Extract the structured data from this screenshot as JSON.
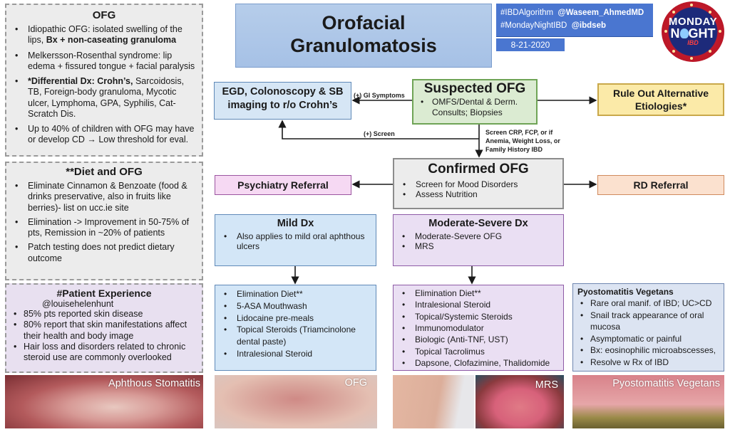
{
  "title": {
    "line1": "Orofacial",
    "line2": "Granulomatosis"
  },
  "credits": {
    "hashtag1": "#IBDAlgorithm",
    "handle1": "@Waseem_AhmedMD",
    "hashtag2": "#MondayNightIBD",
    "handle2": "@ibdseb",
    "date": "8-21-2020"
  },
  "logo": {
    "line1": "MONDAY",
    "line2_a": "N",
    "line2_b": "GHT",
    "line3": "IBD"
  },
  "ofg_panel": {
    "title": "OFG",
    "items": [
      {
        "text": "Idiopathic OFG: isolated swelling of the lips, ",
        "bold": "Bx + non-caseating granuloma",
        "after": ""
      },
      {
        "text": "Melkersson-Rosenthal syndrome: lip edema + fissured tongue + facial paralysis",
        "bold": "",
        "after": ""
      },
      {
        "text": "",
        "bold": "*Differential Dx: Crohn’s,",
        "after": " Sarcoidosis, TB, Foreign-body granuloma, Mycotic ulcer, Lymphoma, GPA, Syphilis, Cat-Scratch Dis."
      },
      {
        "text": "Up to 40% of children with OFG may have or develop CD → Low threshold for eval.",
        "bold": "",
        "after": ""
      }
    ]
  },
  "diet_panel": {
    "title": "**Diet and OFG",
    "items": [
      "Eliminate Cinnamon & Benzoate (food & drinks preservative, also in fruits like berries)- list on ucc.ie site",
      "Elimination -> Improvement in 50-75% of pts, Remission in ~20% of patients",
      "Patch testing does not predict dietary outcome"
    ]
  },
  "patient_panel": {
    "title": "#Patient Experience",
    "handle": "@louisehelenhunt",
    "items": [
      "85% pts reported skin disease",
      "80% report that skin manifestations affect their health and body image",
      "Hair loss and disorders related to chronic steroid use are commonly overlooked"
    ]
  },
  "flow": {
    "egd": {
      "line1": "EGD, Colonoscopy & SB",
      "line2": "imaging to r/o Crohn’s"
    },
    "suspected": {
      "title": "Suspected OFG",
      "items": [
        "OMFS/Dental & Derm. Consults; Biopsies"
      ]
    },
    "rule_out": {
      "line1": "Rule Out Alternative",
      "line2": "Etiologies*"
    },
    "confirmed": {
      "title": "Confirmed OFG",
      "items": [
        "Screen for Mood Disorders",
        "Assess Nutrition"
      ]
    },
    "psych": "Psychiatry Referral",
    "rd": "RD Referral",
    "mild": {
      "title": "Mild Dx",
      "items": [
        "Also applies to mild oral aphthous ulcers"
      ]
    },
    "moderate": {
      "title": "Moderate-Severe Dx",
      "items": [
        "Moderate-Severe OFG",
        "MRS"
      ]
    },
    "mild_rx": [
      "Elimination Diet**",
      "5-ASA Mouthwash",
      "Lidocaine pre-meals",
      "Topical Steroids (Triamcinolone dental paste)",
      "Intralesional Steroid"
    ],
    "mod_rx": [
      "Elimination Diet**",
      "Intralesional Steroid",
      "Topical/Systemic Steroids",
      "Immunomodulator",
      "Biologic (Anti-TNF, UST)",
      "Topical Tacrolimus",
      "Dapsone, Clofazimine, Thalidomide"
    ],
    "labels": {
      "gi_symptoms": "(+) GI Symptoms",
      "screen_pos": "(+) Screen",
      "screen_line1": "Screen CRP, FCP, or if",
      "screen_line2": "Anemia, Weight Loss, or",
      "screen_line3": "Family History IBD"
    }
  },
  "pyostomatitis": {
    "title": "Pyostomatitis Vegetans",
    "items": [
      "Rare oral manif. of IBD; UC>CD",
      "Snail track appearance of oral mucosa",
      "Asymptomatic or painful",
      "Bx: eosinophilic microabscesses,",
      "Resolve w Rx of IBD"
    ]
  },
  "photos": {
    "aphthous": "Aphthous Stomatitis",
    "ofg": "OFG",
    "mrs": "MRS",
    "pv": "Pyostomatitis Vegetans"
  },
  "colors": {
    "title_bg": "#a6c1e6",
    "tag_bg": "#4a76d0",
    "suspected_border": "#6fa456",
    "rule_out_bg": "#fbeaa8",
    "psych_bg": "#f6d9f3",
    "rd_bg": "#fbe1cf",
    "mild_bg": "#d3e6f7",
    "moderate_bg": "#eadff3"
  }
}
